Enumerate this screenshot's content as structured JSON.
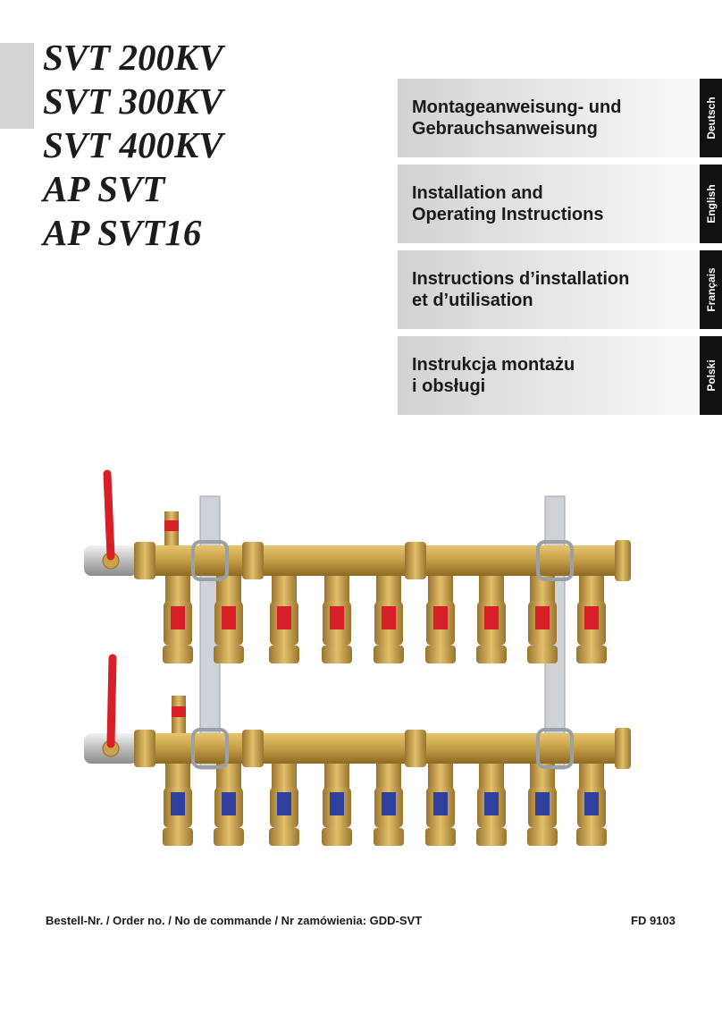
{
  "titles": [
    "SVT 200KV",
    "SVT 300KV",
    "SVT 400KV",
    "AP SVT",
    "AP SVT16"
  ],
  "languages": [
    {
      "line1": "Montageanweisung- und",
      "line2": "Gebrauchsanweisung",
      "tab": "Deutsch"
    },
    {
      "line1": "Installation and",
      "line2": "Operating Instructions",
      "tab": "English"
    },
    {
      "line1": "Instructions d’installation",
      "line2": "et d’utilisation",
      "tab": "Français"
    },
    {
      "line1": "Instrukcja montażu",
      "line2": "i obsługi",
      "tab": "Polski"
    }
  ],
  "image": {
    "description": "brass heating circuit manifold",
    "icon": "manifold-photo",
    "colors": {
      "brass": "#c9a24a",
      "supply_handle": "#d61f26",
      "return_handle": "#2e3f9e",
      "bracket": "#c8cdd2"
    }
  },
  "footer": {
    "order_text": "Bestell-Nr. / Order no. / No de commande /  Nr zamówienia: GDD-SVT",
    "code": "FD 9103"
  }
}
